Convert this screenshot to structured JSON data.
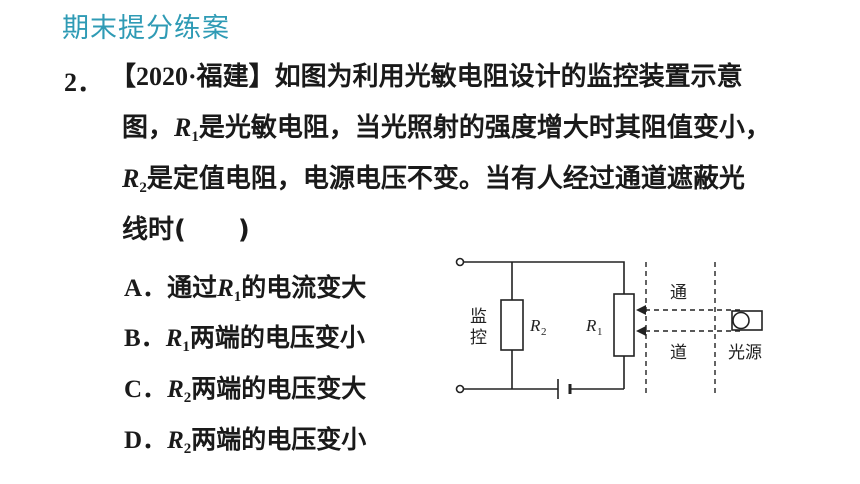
{
  "header": {
    "title": "期末提分练案"
  },
  "question": {
    "number": "2．",
    "source": "【2020·福建】",
    "line1": "如图为利用光敏电阻设计的监控装置示意",
    "line2_prefix": "图，",
    "r1_symbol": "R",
    "r1_sub": "1",
    "line2_rest": "是光敏电阻，当光照射的强度增大时其阻值变小，",
    "r2_symbol": "R",
    "r2_sub": "2",
    "line3_rest": "是定值电阻，电源电压不变。当有人经过通道遮蔽光",
    "line4": "线时(　　)"
  },
  "options": [
    {
      "letter": "A．",
      "pre": "通过",
      "sym": "R",
      "sub": "1",
      "post": "的电流变大"
    },
    {
      "letter": "B．",
      "pre": "",
      "sym": "R",
      "sub": "1",
      "post": "两端的电压变小"
    },
    {
      "letter": "C．",
      "pre": "",
      "sym": "R",
      "sub": "2",
      "post": "两端的电压变大"
    },
    {
      "letter": "D．",
      "pre": "",
      "sym": "R",
      "sub": "2",
      "post": "两端的电压变小"
    }
  ],
  "diagram": {
    "monitor_label_1": "监",
    "monitor_label_2": "控",
    "r2_label": "R",
    "r2_sub": "2",
    "r1_label": "R",
    "r1_sub": "1",
    "channel_label_1": "通",
    "channel_label_2": "道",
    "light_source_label": "光源"
  }
}
